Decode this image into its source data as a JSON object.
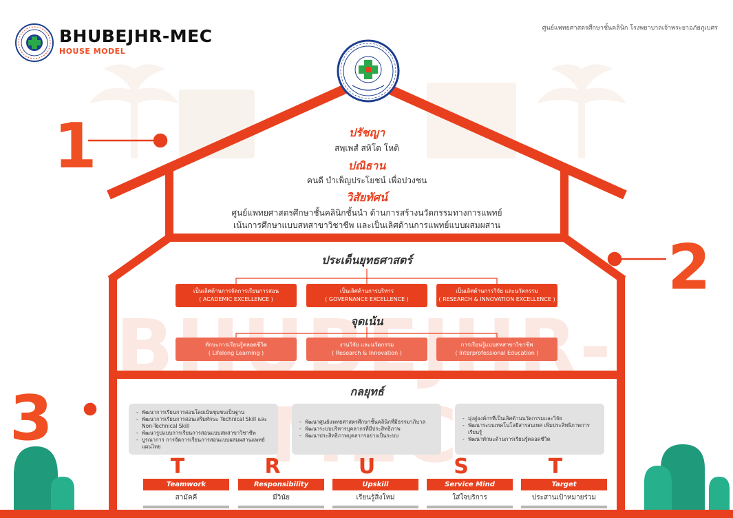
{
  "header": {
    "logo_title": "BHUBEJHR-MEC",
    "logo_subtitle": "HOUSE MODEL",
    "org_name": "ศูนย์แพทยศาสตรศึกษาชั้นคลินิก โรงพยาบาลเจ้าพระยาอภัยภูเบศร"
  },
  "watermark": "BHUBEJHR-MEC",
  "markers": {
    "one": "1",
    "two": "2",
    "three": "3"
  },
  "roof": {
    "philosophy_title": "ปรัชญา",
    "philosophy_text": "สพฺเพสํ สหิโต โหติ",
    "mission_title": "ปณิธาน",
    "mission_text": "คนดี บำเพ็ญประโยชน์ เพื่อปวงชน",
    "vision_title": "วิสัยทัศน์",
    "vision_line1": "ศูนย์แพทยศาสตรศึกษาชั้นคลินิกชั้นนำ ด้านการสร้างนวัตกรรมทางการแพทย์",
    "vision_line2": "เน้นการศึกษาแบบสหสาขาวิชาชีพ และเป็นเลิศด้านการแพทย์แบบผสมผสาน"
  },
  "strategy": {
    "title": "ประเด็นยุทธศาสตร์",
    "items": [
      {
        "th": "เป็นเลิศด้านการจัดการเรียนการสอน",
        "en": "( ACADEMIC EXCELLENCE )"
      },
      {
        "th": "เป็นเลิศด้านการบริหาร",
        "en": "( GOVERNANCE EXCELLENCE )"
      },
      {
        "th": "เป็นเลิศด้านการวิจัย และนวัตกรรม",
        "en": "( RESEARCH & INNOVATION EXCELLENCE )"
      }
    ],
    "focus_title": "จุดเน้น",
    "focus": [
      {
        "th": "ทักษะการเรียนรู้ตลอดชีวิต",
        "en": "( Lifelong Learning )"
      },
      {
        "th": "งานวิจัย และนวัตกรรม",
        "en": "( Research & Innovation )"
      },
      {
        "th": "การเรียนรู้แบบสหสาขาวิชาชีพ",
        "en": "( Interprofessional Education )"
      }
    ]
  },
  "tactics": {
    "title": "กลยุทธ์",
    "boxes": [
      {
        "lines": [
          "พัฒนาการเรียนการสอนโดยเน้นชุมชนเป็นฐาน",
          "พัฒนาการเรียนการสอนเสริมทักษะ Technical Skill และ Non-Technical Skill",
          "พัฒนารูปแบบการเรียนการสอนแบบสหสาขาวิชาชีพ",
          "บูรณาการ การจัดการเรียนการสอนแบบผสมผสานแพทย์แผนไทย"
        ]
      },
      {
        "lines": [
          "พัฒนาศูนย์แพทยศาสตรศึกษาชั้นคลินิกที่มีธรรมาภิบาล",
          "พัฒนาระบบบริหารบุคลากรที่มีประสิทธิภาพ",
          "พัฒนาประสิทธิภาพบุคลากรอย่างเป็นระบบ"
        ]
      },
      {
        "lines": [
          "มุ่งสู่องค์กรที่เป็นเลิศด้านนวัตกรรมและวิจัย",
          "พัฒนาระบบเทคโนโลยีสารสนเทศ เพิ่มประสิทธิภาพการเรียนรู้",
          "พัฒนาทักษะด้านการเรียนรู้ตลอดชีวิต"
        ]
      }
    ]
  },
  "trust": [
    {
      "letter": "T",
      "label": "Teamwork",
      "thai": "สามัคคี"
    },
    {
      "letter": "R",
      "label": "Responsibility",
      "thai": "มีวินัย"
    },
    {
      "letter": "U",
      "label": "Upskill",
      "thai": "เรียนรู้สิ่งใหม่"
    },
    {
      "letter": "S",
      "label": "Service Mind",
      "thai": "ใส่ใจบริการ"
    },
    {
      "letter": "T",
      "label": "Target",
      "thai": "ประสานเป้าหมายร่วม"
    }
  ],
  "colors": {
    "accent": "#e8401e",
    "green": "#1f9a7a",
    "gray_box": "#e2e2e2"
  }
}
